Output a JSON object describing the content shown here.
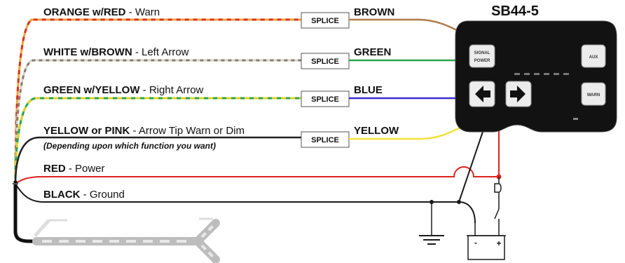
{
  "diagram": {
    "title": "SB44-5",
    "wires": [
      {
        "id": "warn",
        "bold": "ORANGE w/RED",
        "rest": " - Warn",
        "color": "BROWN"
      },
      {
        "id": "left",
        "bold": "WHITE w/BROWN",
        "rest": " - Left Arrow",
        "color": "GREEN"
      },
      {
        "id": "right",
        "bold": "GREEN w/YELLOW",
        "rest": " - Right Arrow",
        "color": "BLUE"
      },
      {
        "id": "tip",
        "bold": "YELLOW or PINK",
        "rest": " - Arrow Tip Warn or Dim",
        "color": "YELLOW",
        "note": "(Depending upon which function you want)"
      },
      {
        "id": "power",
        "bold": "RED",
        "rest": " - Power"
      },
      {
        "id": "ground",
        "bold": "BLACK",
        "rest": " - Ground"
      }
    ],
    "splice_label": "SPLICE",
    "controller": {
      "power_label_top": "SIGNAL",
      "power_label": "POWER",
      "aux_label": "AUX",
      "warn_label": "WARN"
    },
    "battery": {
      "neg": "-",
      "pos": "+"
    },
    "colors": {
      "orange_red_dash": "#d97b2a",
      "brown": "#b07a4a",
      "white_brown_dash": "#8a7a6a",
      "green": "#2aa64a",
      "green_yellow_dash": "#e3d02a",
      "blue": "#3b2fd0",
      "yellow": "#f2e23a",
      "red": "#e0231e",
      "black": "#1a1a1a",
      "controller": "#111111"
    }
  }
}
